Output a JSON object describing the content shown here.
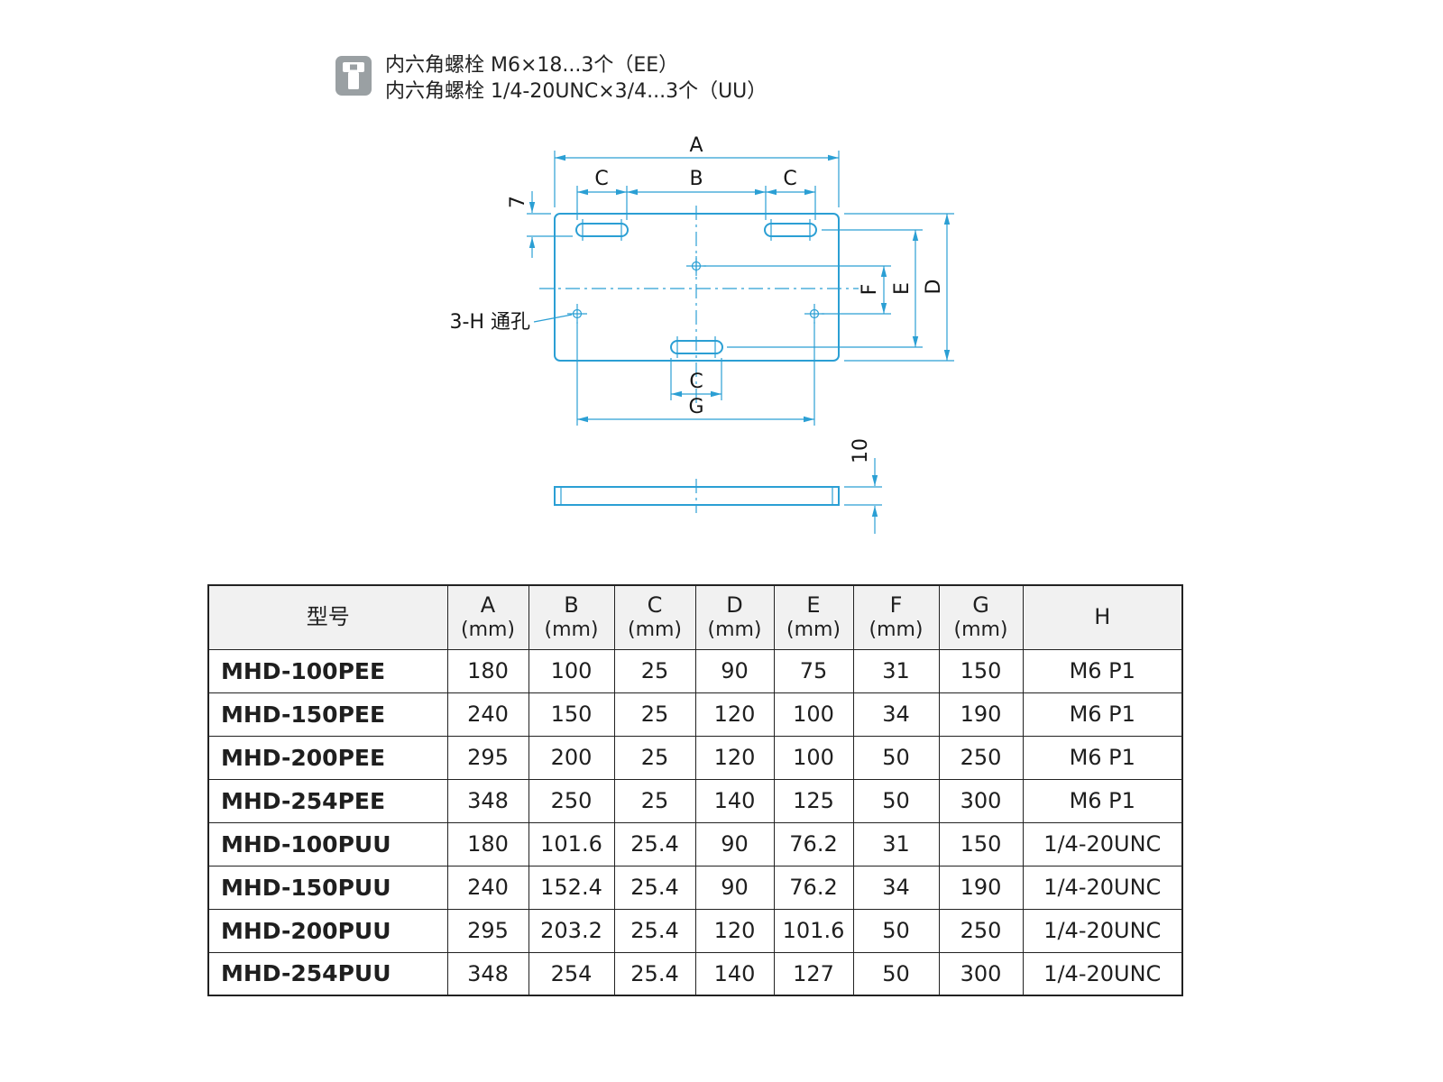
{
  "colors": {
    "drawing_line": "#2b9fd4",
    "text": "#1f1f1f",
    "header_bg": "#f1f1f1"
  },
  "notes": {
    "line1": "内六角螺栓 M6×18...3个（EE）",
    "line2": "内六角螺栓 1/4-20UNC×3/4...3个（UU）"
  },
  "drawing": {
    "labels": {
      "a": "A",
      "b": "B",
      "c_top_left": "C",
      "c_top_right": "C",
      "c_bottom": "C",
      "g": "G",
      "d": "D",
      "e": "E",
      "f": "F",
      "edge_offset": "7",
      "thickness": "10",
      "holes_note": "3-H 通孔"
    }
  },
  "table": {
    "headers": [
      {
        "label": "型号",
        "unit": ""
      },
      {
        "label": "A",
        "unit": "(mm)"
      },
      {
        "label": "B",
        "unit": "(mm)"
      },
      {
        "label": "C",
        "unit": "(mm)"
      },
      {
        "label": "D",
        "unit": "(mm)"
      },
      {
        "label": "E",
        "unit": "(mm)"
      },
      {
        "label": "F",
        "unit": "(mm)"
      },
      {
        "label": "G",
        "unit": "(mm)"
      },
      {
        "label": "H",
        "unit": ""
      }
    ],
    "rows": [
      {
        "model": "MHD-100PEE",
        "values": [
          "180",
          "100",
          "25",
          "90",
          "75",
          "31",
          "150",
          "M6 P1"
        ]
      },
      {
        "model": "MHD-150PEE",
        "values": [
          "240",
          "150",
          "25",
          "120",
          "100",
          "34",
          "190",
          "M6 P1"
        ]
      },
      {
        "model": "MHD-200PEE",
        "values": [
          "295",
          "200",
          "25",
          "120",
          "100",
          "50",
          "250",
          "M6 P1"
        ]
      },
      {
        "model": "MHD-254PEE",
        "values": [
          "348",
          "250",
          "25",
          "140",
          "125",
          "50",
          "300",
          "M6 P1"
        ]
      },
      {
        "model": "MHD-100PUU",
        "values": [
          "180",
          "101.6",
          "25.4",
          "90",
          "76.2",
          "31",
          "150",
          "1/4-20UNC"
        ]
      },
      {
        "model": "MHD-150PUU",
        "values": [
          "240",
          "152.4",
          "25.4",
          "90",
          "76.2",
          "34",
          "190",
          "1/4-20UNC"
        ]
      },
      {
        "model": "MHD-200PUU",
        "values": [
          "295",
          "203.2",
          "25.4",
          "120",
          "101.6",
          "50",
          "250",
          "1/4-20UNC"
        ]
      },
      {
        "model": "MHD-254PUU",
        "values": [
          "348",
          "254",
          "25.4",
          "140",
          "127",
          "50",
          "300",
          "1/4-20UNC"
        ]
      }
    ]
  }
}
